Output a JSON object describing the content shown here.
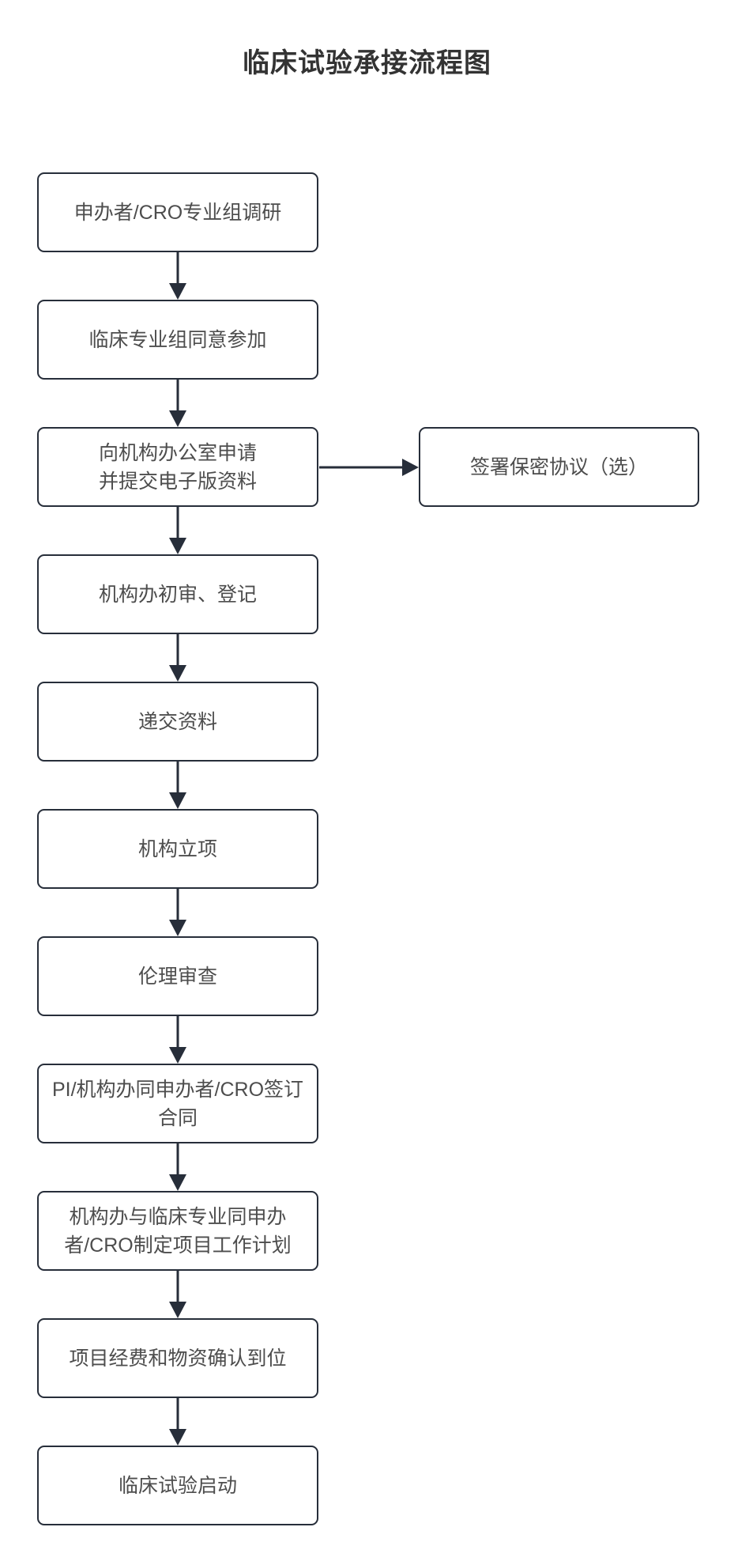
{
  "page": {
    "title": "临床试验承接流程图"
  },
  "colors": {
    "line": "#272e3a",
    "box_border": "#272e3a",
    "box_fill": "#ffffff",
    "text": "#4d4d4d",
    "title_text": "#333333",
    "background": "#ffffff"
  },
  "flowchart": {
    "steps": [
      {
        "id": 1,
        "lines": [
          "申办者/CRO专业组调研"
        ]
      },
      {
        "id": 2,
        "lines": [
          "临床专业组同意参加"
        ]
      },
      {
        "id": 3,
        "lines": [
          "向机构办公室申请",
          "并提交电子版资料"
        ]
      },
      {
        "id": 4,
        "lines": [
          "机构办初审、登记"
        ]
      },
      {
        "id": 5,
        "lines": [
          "递交资料"
        ]
      },
      {
        "id": 6,
        "lines": [
          "机构立项"
        ]
      },
      {
        "id": 7,
        "lines": [
          "伦理审查"
        ]
      },
      {
        "id": 8,
        "lines": [
          "PI/机构办同申办者/CRO签订",
          "合同"
        ]
      },
      {
        "id": 9,
        "lines": [
          "机构办与临床专业同申办",
          "者/CRO制定项目工作计划"
        ]
      },
      {
        "id": 10,
        "lines": [
          "项目经费和物资确认到位"
        ]
      },
      {
        "id": 11,
        "lines": [
          "临床试验启动"
        ]
      }
    ],
    "branch": {
      "from_step": 3,
      "lines": [
        "签署保密协议（选）"
      ]
    }
  }
}
